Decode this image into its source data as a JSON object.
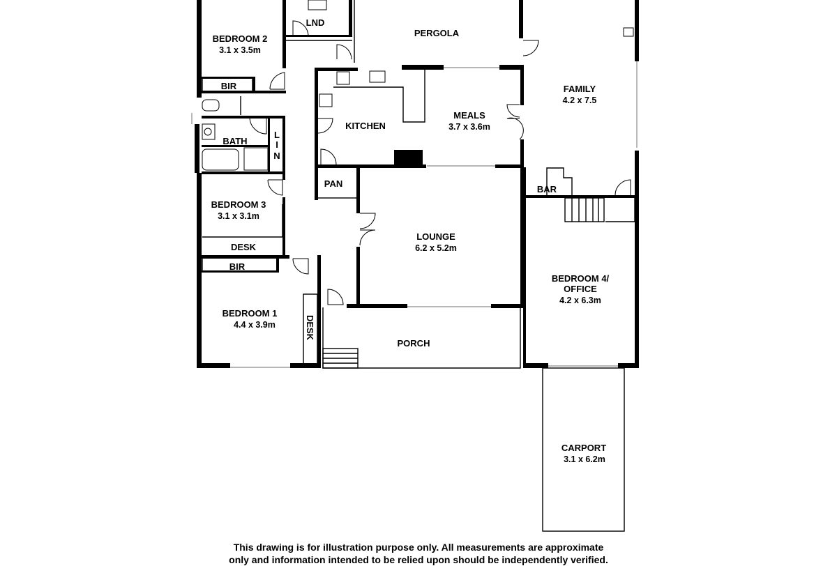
{
  "rooms": {
    "bedroom2": {
      "name": "BEDROOM 2",
      "size": "3.1 x 3.5m"
    },
    "lnd": {
      "name": "LND"
    },
    "pergola": {
      "name": "PERGOLA"
    },
    "family": {
      "name": "FAMILY",
      "size": "4.2 x 7.5"
    },
    "bir_top": {
      "name": "BIR"
    },
    "kitchen": {
      "name": "KITCHEN"
    },
    "meals": {
      "name": "MEALS",
      "size": "3.7 x 3.6m"
    },
    "bath": {
      "name": "BATH"
    },
    "lin": {
      "letters": [
        "L",
        "I",
        "N"
      ]
    },
    "pan": {
      "name": "PAN"
    },
    "bar": {
      "name": "BAR"
    },
    "bedroom3": {
      "name": "BEDROOM 3",
      "size": "3.1 x 3.1m"
    },
    "desk3": {
      "name": "DESK"
    },
    "lounge": {
      "name": "LOUNGE",
      "size": "6.2 x 5.2m"
    },
    "bir_bottom": {
      "name": "BIR"
    },
    "bedroom4": {
      "name_line1": "BEDROOM 4/",
      "name_line2": "OFFICE",
      "size": "4.2 x 6.3m"
    },
    "bedroom1": {
      "name": "BEDROOM 1",
      "size": "4.4 x 3.9m"
    },
    "desk1": {
      "name": "DESK"
    },
    "porch": {
      "name": "PORCH"
    },
    "carport": {
      "name": "CARPORT",
      "size": "3.1 x 6.2m"
    }
  },
  "disclaimer": {
    "line1": "This drawing is for illustration purpose only. All measurements are approximate",
    "line2": "only and information intended to be relied upon should be independently verified."
  }
}
